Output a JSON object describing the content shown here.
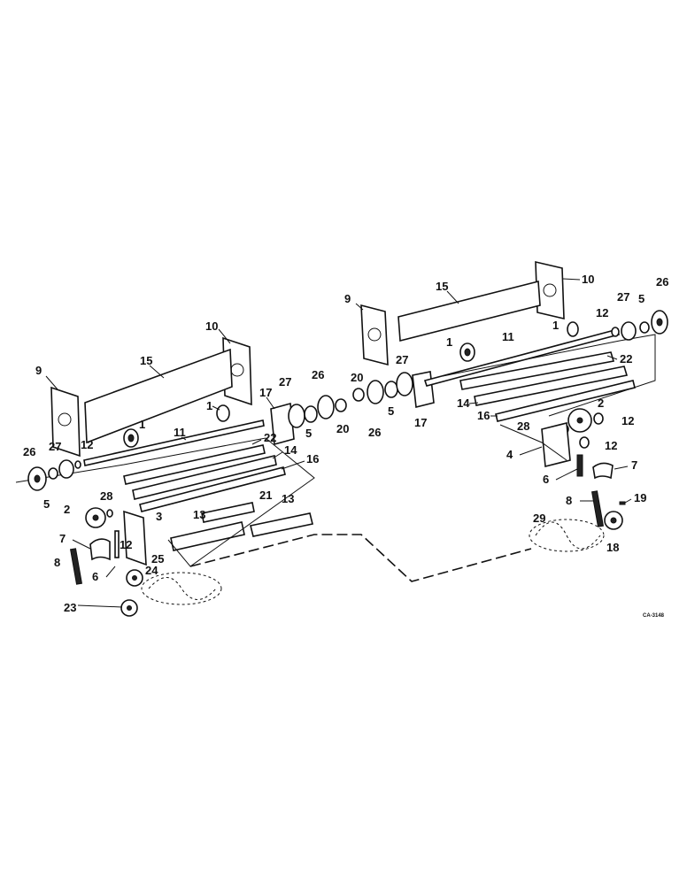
{
  "figure_code": "CA-3148",
  "callouts": [
    {
      "id": "c1",
      "text": "1"
    },
    {
      "id": "c2",
      "text": "2"
    },
    {
      "id": "c3",
      "text": "3"
    },
    {
      "id": "c4",
      "text": "4"
    },
    {
      "id": "c5",
      "text": "5"
    },
    {
      "id": "c6",
      "text": "6"
    },
    {
      "id": "c7",
      "text": "7"
    },
    {
      "id": "c8",
      "text": "8"
    },
    {
      "id": "c9",
      "text": "9"
    },
    {
      "id": "c10",
      "text": "10"
    },
    {
      "id": "c11",
      "text": "11"
    },
    {
      "id": "c12",
      "text": "12"
    },
    {
      "id": "c13",
      "text": "13"
    },
    {
      "id": "c14",
      "text": "14"
    },
    {
      "id": "c15",
      "text": "15"
    },
    {
      "id": "c16",
      "text": "16"
    },
    {
      "id": "c17",
      "text": "17"
    },
    {
      "id": "c18",
      "text": "18"
    },
    {
      "id": "c19",
      "text": "19"
    },
    {
      "id": "c20",
      "text": "20"
    },
    {
      "id": "c21",
      "text": "21"
    },
    {
      "id": "c22",
      "text": "22"
    },
    {
      "id": "c23",
      "text": "23"
    },
    {
      "id": "c24",
      "text": "24"
    },
    {
      "id": "c25",
      "text": "25"
    },
    {
      "id": "c26",
      "text": "26"
    },
    {
      "id": "c27",
      "text": "27"
    },
    {
      "id": "c28",
      "text": "28"
    },
    {
      "id": "c29",
      "text": "29"
    }
  ]
}
